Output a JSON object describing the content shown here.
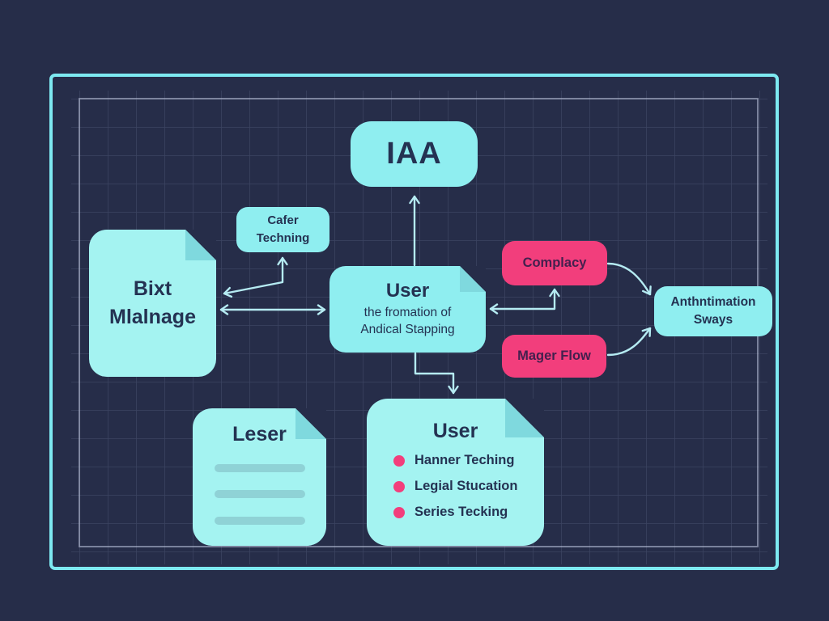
{
  "diagram": {
    "style": "blueprint flowchart on dark navy grid with cyan frame",
    "colors": {
      "background": "#262d49",
      "frame_cyan": "#7de9f1",
      "node_cyan": "#8feef0",
      "document_cyan": "#a4f3f1",
      "fold_cyan": "#7fd9de",
      "accent_pink": "#f23e7c",
      "arrow_cyan": "#b5ebf2",
      "text_dark": "#243252"
    }
  },
  "nodes": {
    "iaa": {
      "label": "IAA"
    },
    "cafer": {
      "line1": "Cafer",
      "line2": "Techning"
    },
    "bixt": {
      "line1": "Bixt",
      "line2": "Mlalnage"
    },
    "user_center": {
      "title": "User",
      "subtitle_line1": "the fromation of",
      "subtitle_line2": "Andical Stapping"
    },
    "complacy": {
      "label": "Complacy"
    },
    "mager": {
      "label": "Mager Flow"
    },
    "sways": {
      "line1": "Anthntimation",
      "line2": "Sways"
    },
    "leser": {
      "title": "Leser",
      "placeholder_bars": 3
    },
    "user_doc": {
      "title": "User",
      "items": [
        "Hanner Teching",
        "Legial Stucation",
        "Series Tecking"
      ]
    }
  },
  "edges": [
    {
      "from": "user-center",
      "to": "iaa",
      "kind": "arrow-up"
    },
    {
      "from": "bixt-mlalnage",
      "to": "cafer-techning",
      "kind": "bent-double-arrow"
    },
    {
      "from": "bixt-mlalnage",
      "to": "user-center",
      "kind": "double-arrow"
    },
    {
      "from": "user-center",
      "to": "complacy",
      "kind": "bent-double-arrow"
    },
    {
      "from": "user-center",
      "to": "user-doc",
      "kind": "bent-arrow-down"
    },
    {
      "from": "complacy",
      "to": "anthntimation-sways",
      "kind": "curved-arrow"
    },
    {
      "from": "mager-flow",
      "to": "anthntimation-sways",
      "kind": "curved-arrow"
    }
  ]
}
